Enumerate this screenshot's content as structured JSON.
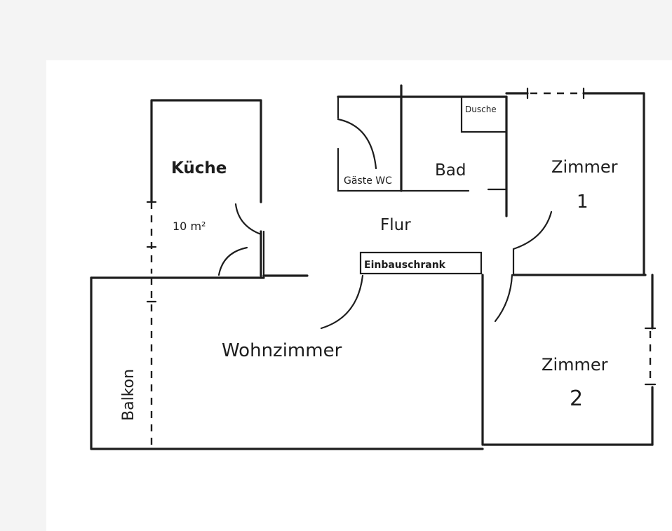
{
  "rooms": {
    "kueche": "Küche",
    "kueche_area": "10 m²",
    "gaeste_wc": "Gäste WC",
    "bad": "Bad",
    "dusche": "Dusche",
    "zimmer1_name": "Zimmer",
    "zimmer1_number": "1",
    "flur": "Flur",
    "einbauschrank": "Einbauschrank",
    "wohnzimmer": "Wohnzimmer",
    "zimmer2_name": "Zimmer",
    "zimmer2_number": "2",
    "balkon": "Balkon"
  }
}
